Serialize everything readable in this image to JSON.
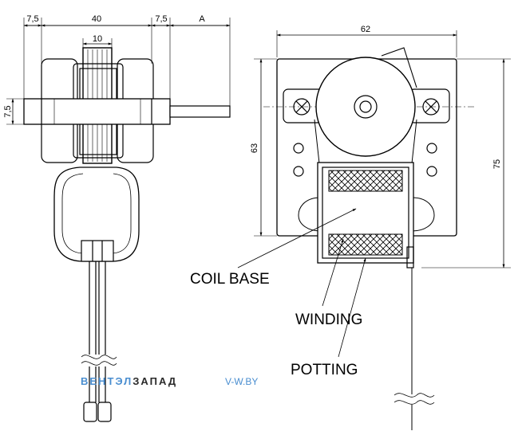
{
  "dimensions": {
    "left_margin": "7,5",
    "body_width": "40",
    "right_margin": "7,5",
    "shaft_length": "A",
    "core_width": "10",
    "shaft_height": "7,5",
    "plate_width": "62",
    "plate_height": "63",
    "total_height": "75"
  },
  "labels": {
    "coil_base": "COIL BASE",
    "winding": "WINDING",
    "potting": "POTTING"
  },
  "watermark": {
    "brand_part1": "ВЕНТЭЛ",
    "brand_part2": "ЗАПАД",
    "site": "V-W.BY",
    "color_part1": "#4a8ed0",
    "color_part2": "#2a2a2a",
    "color_site": "#4a8ed0"
  }
}
